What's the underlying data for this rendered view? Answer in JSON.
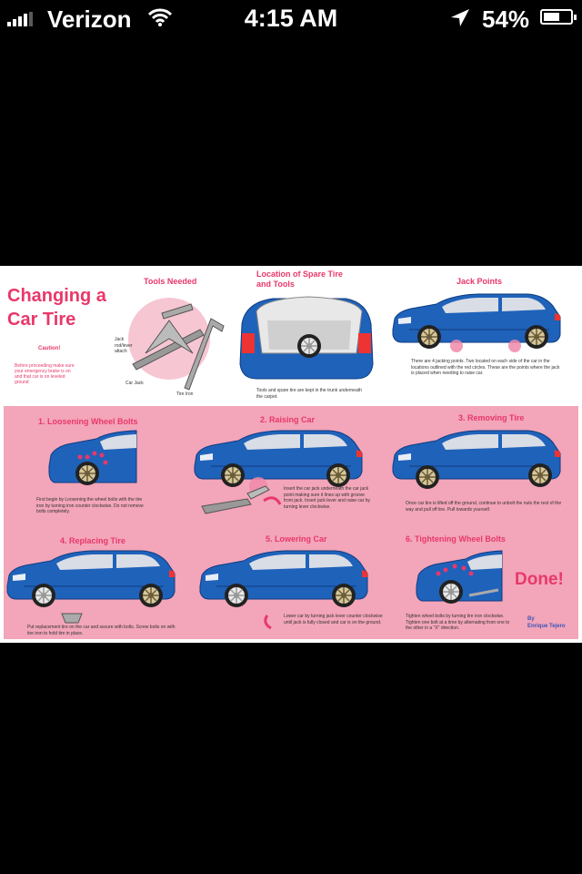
{
  "status_bar": {
    "carrier": "Verizon",
    "time": "4:15 AM",
    "battery": "54%",
    "battery_level": 0.54,
    "icons": [
      "signal-bars-icon",
      "wifi-icon",
      "location-arrow-icon",
      "battery-icon"
    ]
  },
  "poster": {
    "title": "Changing a Car Tire",
    "caution_heading": "Caution!",
    "caution_text": "Before proceeding make sure your emergency brake is on and that car is on leveled ground",
    "tools_heading": "Tools Needed",
    "jack_label": "Jack",
    "jack_rod_label": "Jack rod/lever attach",
    "car_jack_label": "Car Jack",
    "tire_iron_label": "Tire Iron",
    "spare_heading": "Location of Spare Tire and Tools",
    "spare_text": "Tools and spare tire are kept in the trunk underneath the carpet.",
    "jackpoints_heading": "Jack Points",
    "jackpoints_text": "There are 4 jacking points. Two located on each side of the car in the locations outlined with the red circles. These are the points where the jack is placed when needing to raise car.",
    "steps": [
      {
        "title": "1. Loosening Wheel Bolts",
        "text": "First begin by Loosening the wheel bolts with the tire iron by turning iron counter clockwise. Do not remove bolts completely."
      },
      {
        "title": "2. Raising Car",
        "text": "Insert the car jack underneath the car jack point making sure it lines up with groove from jack. Insert jack lever and raise car by turning lever clockwise."
      },
      {
        "title": "3. Removing Tire",
        "text": "Once car tire is lifted off the ground, continue to unbolt the nuts the rest of the way and pull off tire. Pull towards yourself."
      },
      {
        "title": "4. Replacing Tire",
        "text": "Put replacement tire on the car and secure with bolts. Screw bolts on with tire iron to hold tire in place."
      },
      {
        "title": "5. Lowering Car",
        "text": "Lower car by turning jack lever counter clockwise until jack is fully closed and car is on the ground."
      },
      {
        "title": "6. Tightening Wheel Bolts",
        "text": "Tighten wheel bolts by turning tire iron clockwise. Tighten one bolt at a time by alternating from one to the other in a \"X\" direction."
      }
    ],
    "done": "Done!",
    "credit_by": "By",
    "credit_name": "Enrique Tejero",
    "colors": {
      "car_blue": "#1f62ba",
      "pink_panel": "#f3a5b9",
      "accent_pink": "#e8386a"
    }
  }
}
